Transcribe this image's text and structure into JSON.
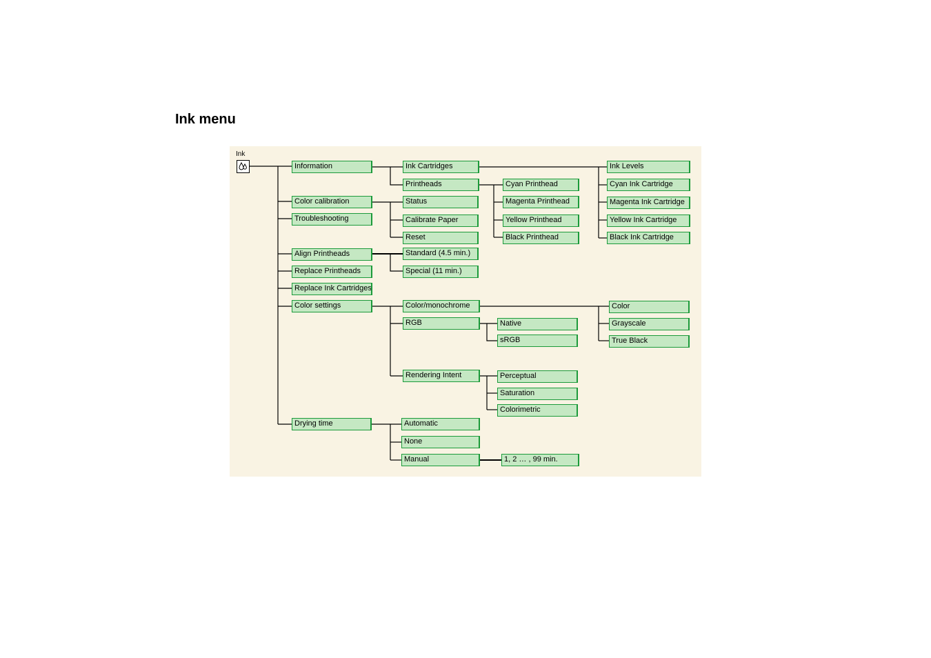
{
  "page_title": "Ink menu",
  "root": {
    "label": "Ink",
    "icon": "ink-drops-icon"
  },
  "level1": {
    "information": "Information",
    "color_calibration": "Color calibration",
    "troubleshooting": "Troubleshooting",
    "align_printheads": "Align Printheads",
    "replace_printheads": "Replace Printheads",
    "replace_ink_cartridges": "Replace Ink Cartridges",
    "color_settings": "Color settings",
    "drying_time": "Drying time"
  },
  "level2": {
    "ink_cartridges": "Ink Cartridges",
    "printheads": "Printheads",
    "status": "Status",
    "calibrate_paper": "Calibrate Paper",
    "reset": "Reset",
    "standard": "Standard (4.5 min.)",
    "special": "Special (11 min.)",
    "color_monochrome": "Color/monochrome",
    "rgb": "RGB",
    "rendering_intent": "Rendering Intent",
    "automatic": "Automatic",
    "none": "None",
    "manual": "Manual"
  },
  "level3": {
    "cyan_printhead": "Cyan Printhead",
    "magenta_printhead": "Magenta Printhead",
    "yellow_printhead": "Yellow Printhead",
    "black_printhead": "Black Printhead",
    "native": "Native",
    "srgb": "sRGB",
    "perceptual": "Perceptual",
    "saturation": "Saturation",
    "colorimetric": "Colorimetric",
    "manual_value": "1, 2 … , 99 min."
  },
  "level4": {
    "ink_levels": "Ink Levels",
    "cyan_ink_cartridge": "Cyan Ink Cartridge",
    "magenta_ink_cartridge": "Magenta Ink Cartridge",
    "yellow_ink_cartridge": "Yellow Ink Cartridge",
    "black_ink_cartridge": "Black Ink Cartridge",
    "color": "Color",
    "grayscale": "Grayscale",
    "true_black": "True Black"
  },
  "colors": {
    "panel_background": "#f9f3e3",
    "node_fill": "#c5e8c3",
    "node_border": "#1b9a3a",
    "connector": "#000000"
  }
}
